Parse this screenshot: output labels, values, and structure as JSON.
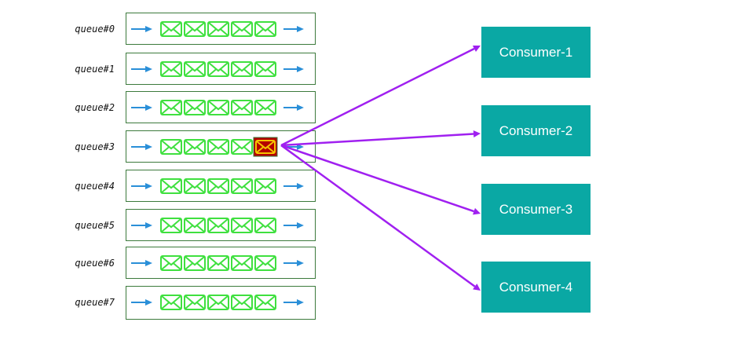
{
  "queues": [
    {
      "label": "queue#0",
      "highlight": -1
    },
    {
      "label": "queue#1",
      "highlight": -1
    },
    {
      "label": "queue#2",
      "highlight": -1
    },
    {
      "label": "queue#3",
      "highlight": 4
    },
    {
      "label": "queue#4",
      "highlight": -1
    },
    {
      "label": "queue#5",
      "highlight": -1
    },
    {
      "label": "queue#6",
      "highlight": -1
    },
    {
      "label": "queue#7",
      "highlight": -1
    }
  ],
  "messages_per_queue": 5,
  "consumers": [
    {
      "label": "Consumer-1"
    },
    {
      "label": "Consumer-2"
    },
    {
      "label": "Consumer-3"
    },
    {
      "label": "Consumer-4"
    }
  ],
  "source_queue_index": 3,
  "colors": {
    "queue_border": "#3c7a3c",
    "message": "#3fe03f",
    "highlight_fill": "#b40000",
    "highlight_border": "#3c7a3c",
    "highlight_envelope": "#f5c400",
    "flow_arrow": "#2a8fd8",
    "consumer_fill": "#0aa8a4",
    "dispatch_arrow": "#a020f0"
  },
  "icons": [
    "envelope-icon",
    "arrow-right-icon"
  ]
}
